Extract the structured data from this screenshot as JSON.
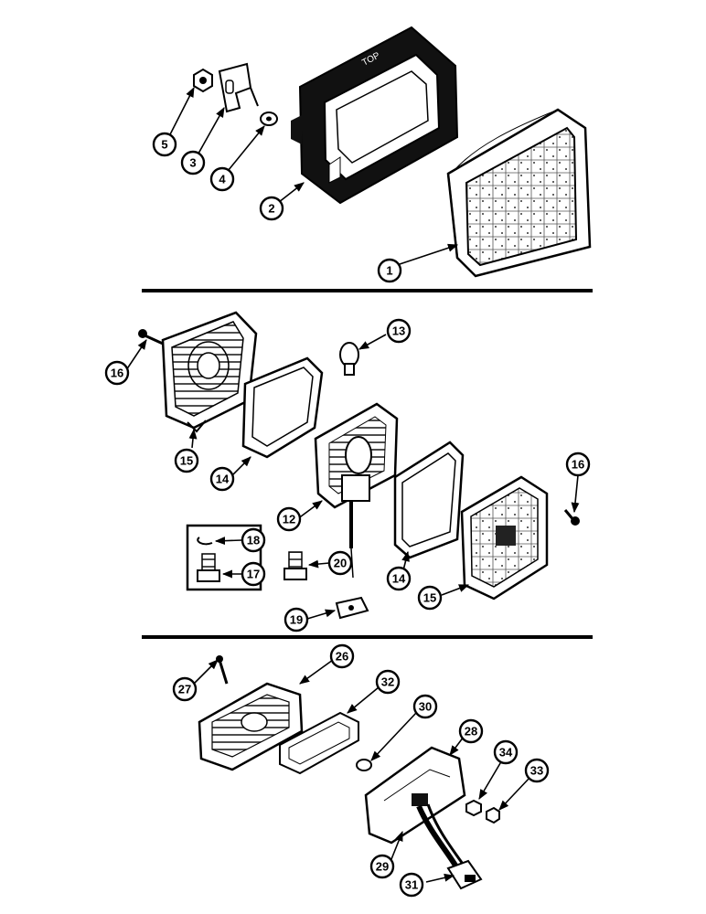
{
  "diagram": {
    "labels": {
      "p1": "1",
      "p2": "2",
      "p3": "3",
      "p4": "4",
      "p5": "5",
      "p12": "12",
      "p13": "13",
      "p14a": "14",
      "p14b": "14",
      "p15a": "15",
      "p15b": "15",
      "p16a": "16",
      "p16b": "16",
      "p17": "17",
      "p18": "18",
      "p19": "19",
      "p20": "20",
      "p26": "26",
      "p27": "27",
      "p28": "28",
      "p29": "29",
      "p30": "30",
      "p31": "31",
      "p32": "32",
      "p33": "33",
      "p34": "34"
    },
    "housing_text": "TOP"
  }
}
